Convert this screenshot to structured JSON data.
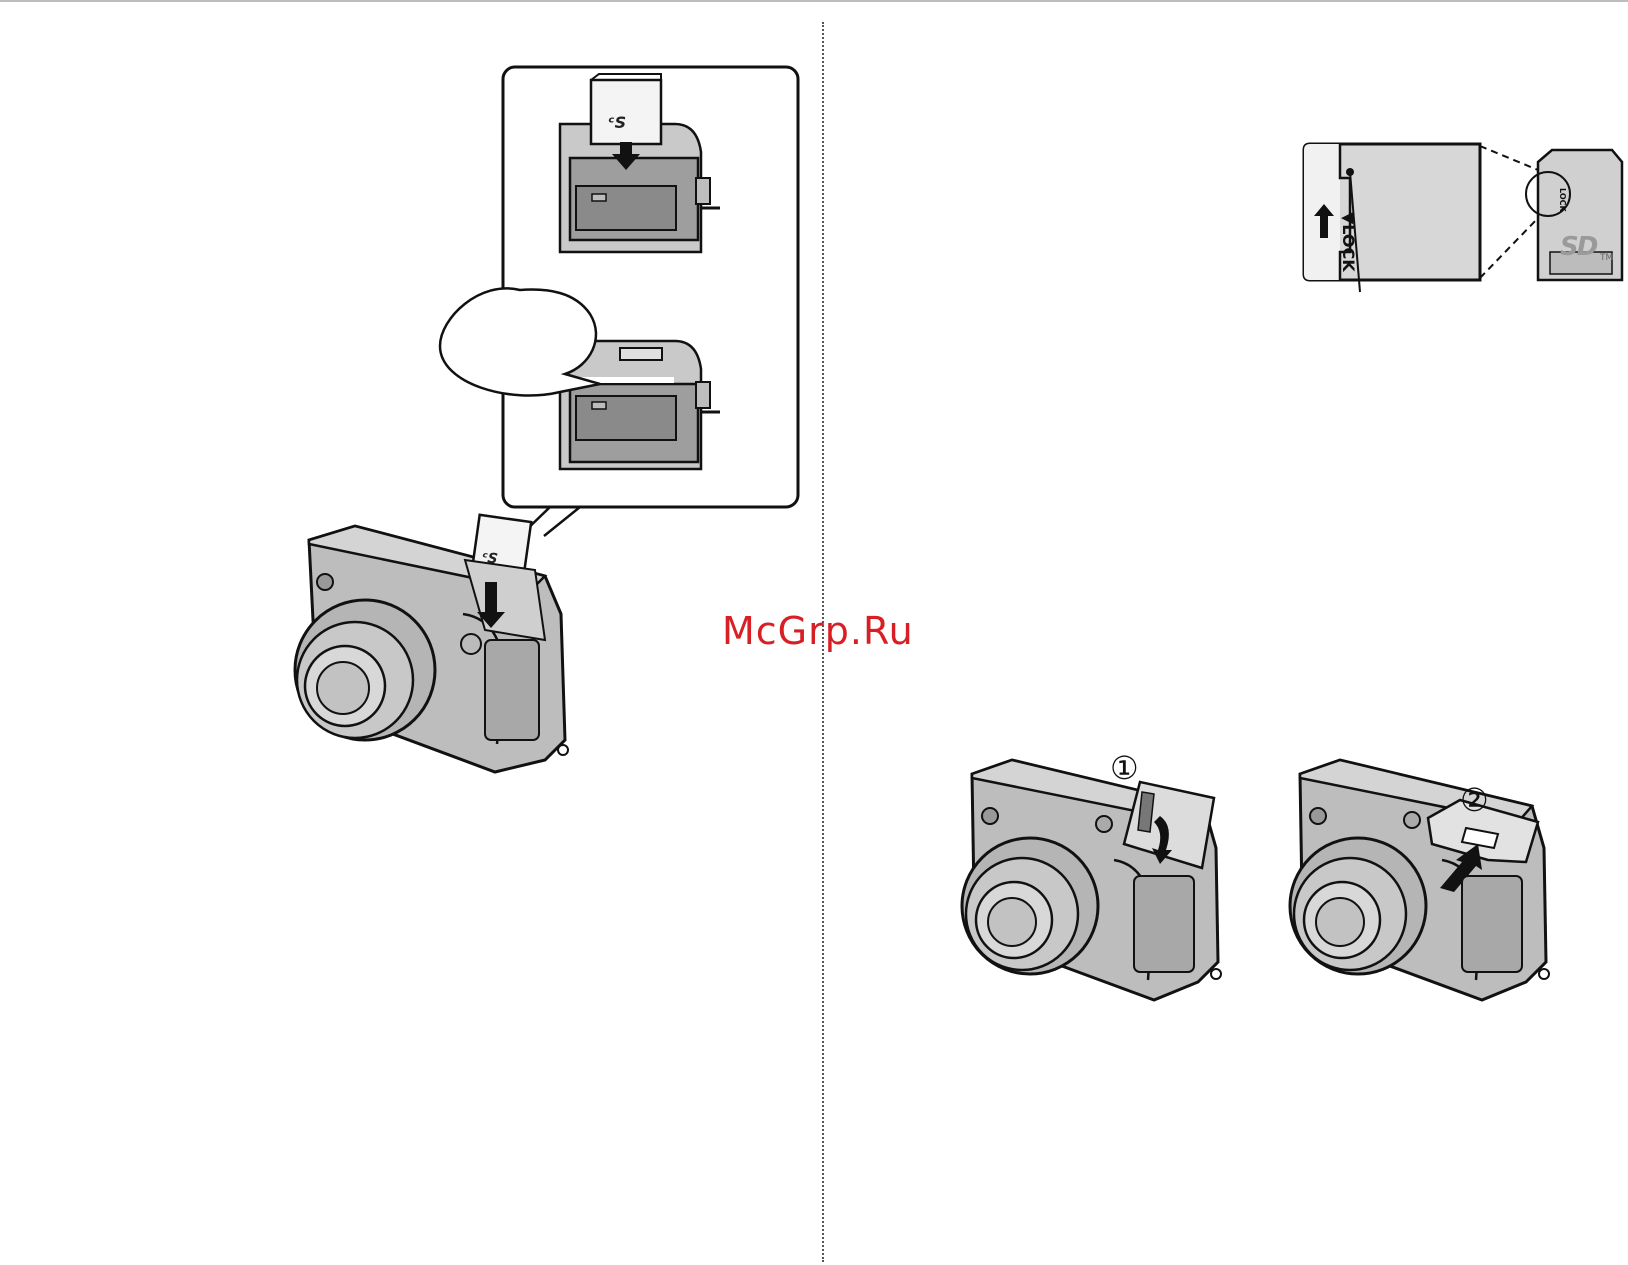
{
  "page": {
    "watermark": "McGrp.Ru"
  },
  "figures": {
    "lock_switch": {
      "label": "▼LOCK",
      "card_logo": "SD",
      "trademark": "TM"
    },
    "close_cover": {
      "step_1_marker": "①",
      "step_2_marker": "②"
    }
  },
  "colors": {
    "watermark": "#d81f26",
    "body_gray": "#b9b9b9",
    "line": "#111111"
  }
}
